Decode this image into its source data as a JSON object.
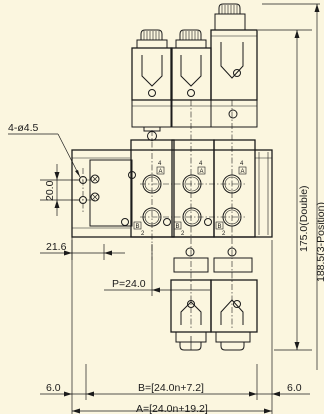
{
  "labels": {
    "hole_callout": "4-ø4.5",
    "mount_pitch": "20.0",
    "left_offset": "21.6",
    "station_pitch": "P=24.0",
    "height_double": "175.0(Double)",
    "height_3pos": "188.5(3-Position)",
    "side_margin_left": "6.0",
    "side_margin_right": "6.0",
    "dim_b": "B=[24.0n+7.2]",
    "dim_a": "A=[24.0n+19.2]"
  },
  "port_markings": {
    "port_4": "4",
    "port_2": "2",
    "port_a": "A",
    "port_b": "B"
  },
  "colors": {
    "background": "#fbf6df",
    "line": "#1b1b1b"
  }
}
